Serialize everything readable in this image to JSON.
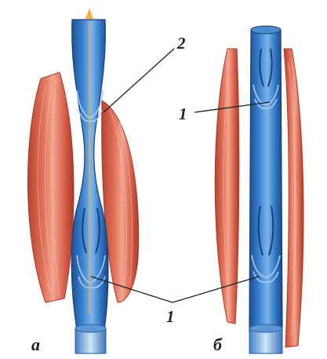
{
  "figure": {
    "labels": {
      "valve_top": "2",
      "valve_right": "1",
      "valve_bottom": "1",
      "panel_a": "а",
      "panel_b": "б"
    },
    "colors": {
      "muscle": "#d9604a",
      "muscle_light": "#f2a48d",
      "muscle_dark": "#b7432f",
      "vein": "#2e74c4",
      "vein_light": "#7cb5ea",
      "vein_dark": "#1d4f93",
      "valve": "#5a8fd0",
      "flow_arrow": "#f3b33d",
      "leader_line": "#231f20",
      "background": "#ffffff"
    },
    "icons": [
      "flow-arrow-icon"
    ]
  }
}
